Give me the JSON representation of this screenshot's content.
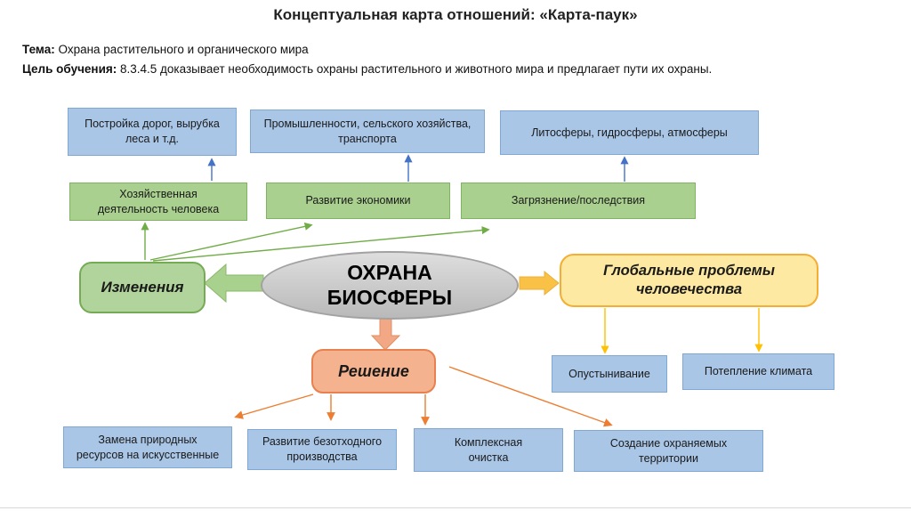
{
  "title": "Концептуальная карта отношений: «Карта-паук»",
  "header": {
    "theme_label": "Тема:",
    "theme_text": " Охрана растительного и органического мира",
    "goal_label": "Цель обучения:",
    "goal_text": " 8.3.4.5 доказывает необходимость охраны растительного и животного  мира и предлагает пути их охраны."
  },
  "diagram": {
    "center": "ОХРАНА\nБИОСФЕРЫ",
    "top_blue": [
      "Постройка дорог,  вырубка\nлеса  и т.д.",
      "Промышленности,  сельского хозяйства,\nтранспорта",
      "Литосферы, гидросферы, атмосферы"
    ],
    "mid_green": [
      "Хозяйственная\nдеятельность человека",
      "Развитие  экономики",
      "Загрязнение/последствия"
    ],
    "changes": "Изменения",
    "global_problems": "Глобальные проблемы\nчеловечества",
    "solution": "Решение",
    "problems": [
      "Опустынивание",
      "Потепление климата"
    ],
    "solutions": [
      "Замена природных\nресурсов на искусственные",
      "Развитие безотходного\nпроизводства",
      "Комплексная\nочистка",
      "Создание охраняемых\nтерритории"
    ]
  },
  "colors": {
    "blue_box": "#a9c6e7",
    "green_box": "#a9d08e",
    "changes_box": "#b0d49c",
    "problems_box": "#fee9a2",
    "solution_box": "#f5b28e",
    "ellipse": "#c9c9c9",
    "arrow_blue": "#4472c4",
    "arrow_green": "#70ad47",
    "arrow_yellow": "#ffc000",
    "arrow_orange": "#ed7d31",
    "block_arrow_green": "#a9d18e",
    "block_arrow_yellow": "#f9c146",
    "block_arrow_salmon": "#f2a884"
  }
}
